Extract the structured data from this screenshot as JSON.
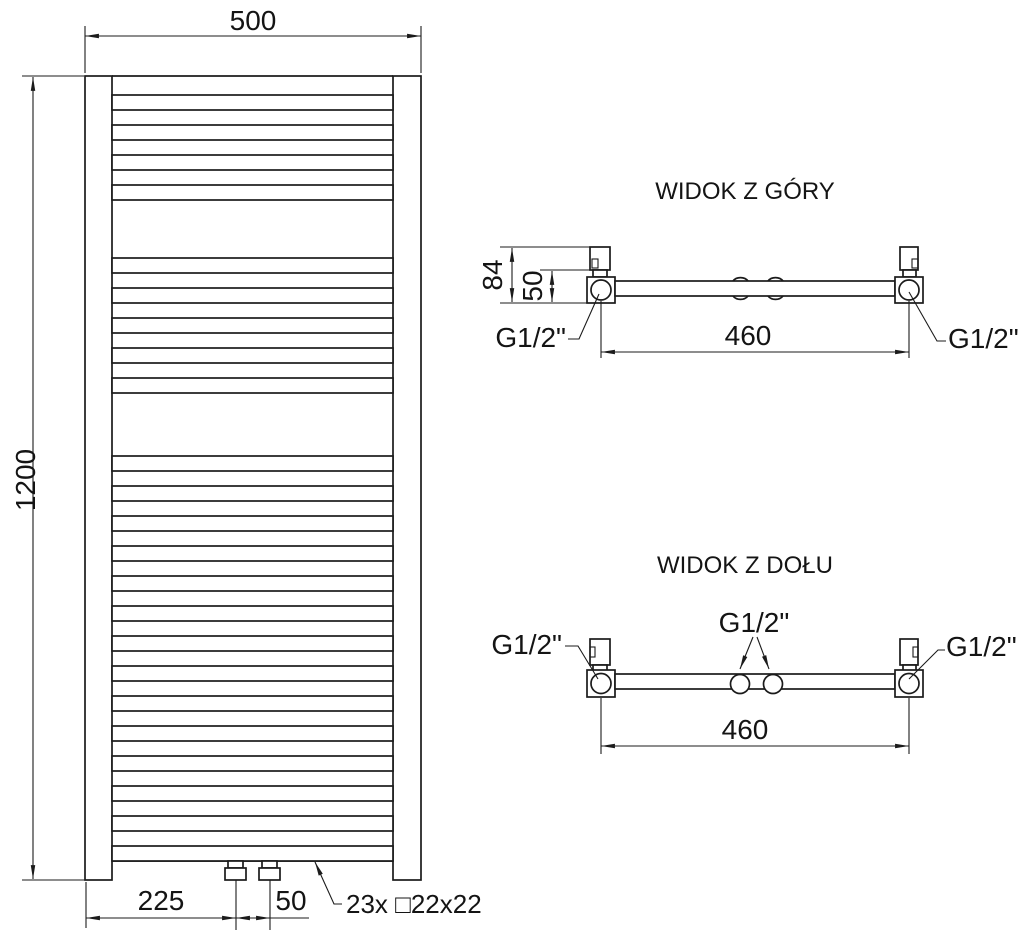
{
  "drawing": {
    "line_color": "#1b1b1b",
    "background": "#ffffff"
  },
  "front_view": {
    "width": "500",
    "height": "1200",
    "valve_offset": "225",
    "valve_spacing": "50",
    "rungs_note": "23x □22x22"
  },
  "top_view": {
    "title": "WIDOK Z GÓRY",
    "depth": "84",
    "bracket_offset": "50",
    "axis_spacing": "460",
    "thread_left": "G1/2\"",
    "thread_right": "G1/2\""
  },
  "bottom_view": {
    "title": "WIDOK Z DOŁU",
    "axis_spacing": "460",
    "thread_left": "G1/2\"",
    "thread_center": "G1/2\"",
    "thread_right": "G1/2\""
  }
}
